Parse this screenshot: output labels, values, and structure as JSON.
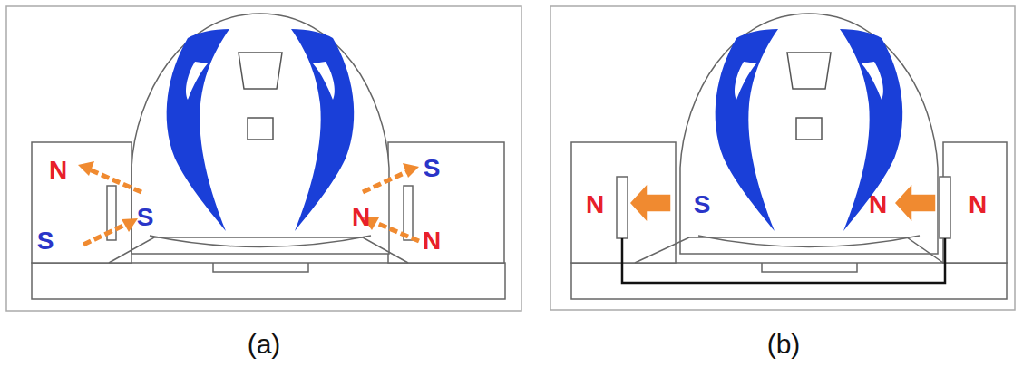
{
  "diagram": {
    "labels": [
      "N",
      "S",
      "S",
      "S",
      "N",
      "N",
      "N",
      "S",
      "N",
      "N",
      "(a)",
      "(b)"
    ]
  }
}
